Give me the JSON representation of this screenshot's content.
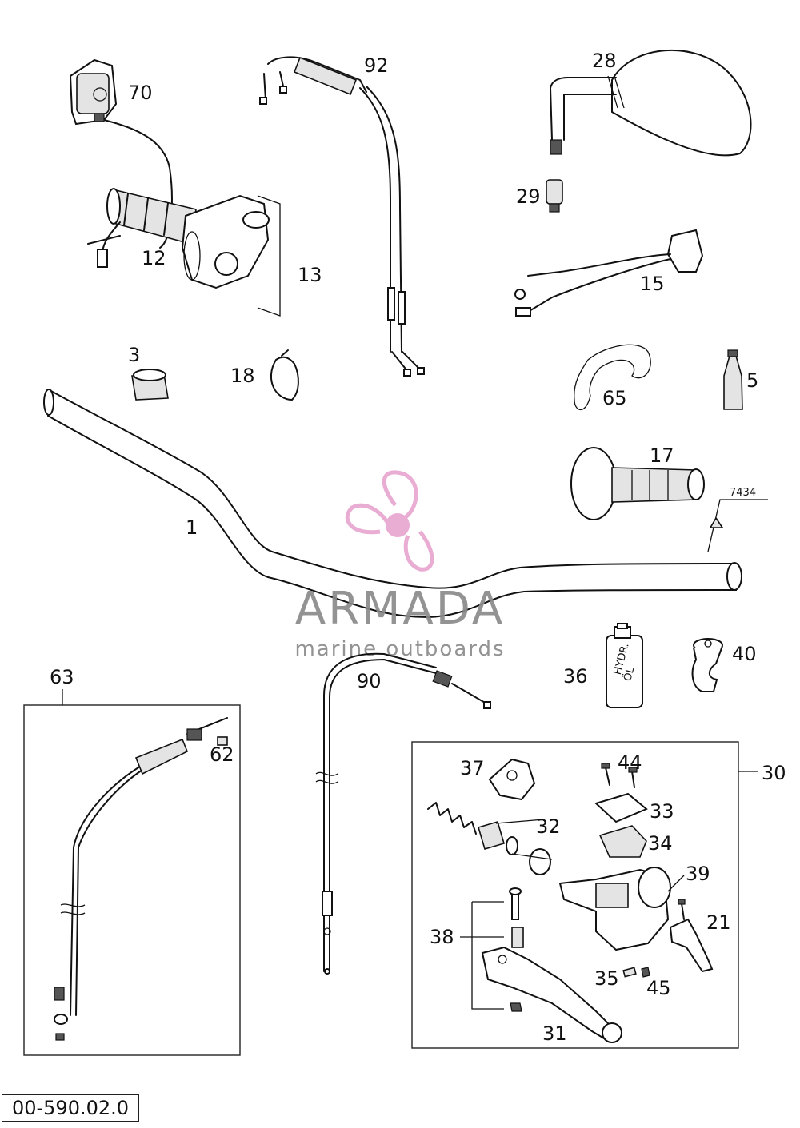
{
  "watermark": {
    "brand": "ARMADA",
    "tagline": "marine outboards",
    "colors": {
      "propeller": "#e8a6cf",
      "text": "#8a8a8a"
    }
  },
  "document_code": "00-590.02.0",
  "callouts": {
    "p1": "1",
    "p3": "3",
    "p5": "5",
    "p12": "12",
    "p13": "13",
    "p15": "15",
    "p17": "17",
    "p18": "18",
    "p21": "21",
    "p28": "28",
    "p29": "29",
    "p30": "30",
    "p31": "31",
    "p32": "32",
    "p33": "33",
    "p34": "34",
    "p35": "35",
    "p36": "36",
    "p37": "37",
    "p38": "38",
    "p39": "39",
    "p40": "40",
    "p44": "44",
    "p45": "45",
    "p62": "62",
    "p63": "63",
    "p65": "65",
    "p70": "70",
    "p90": "90",
    "p92": "92",
    "p7434": "7434"
  },
  "oil_bottle_label": [
    "HYDR.",
    "ÖL"
  ]
}
